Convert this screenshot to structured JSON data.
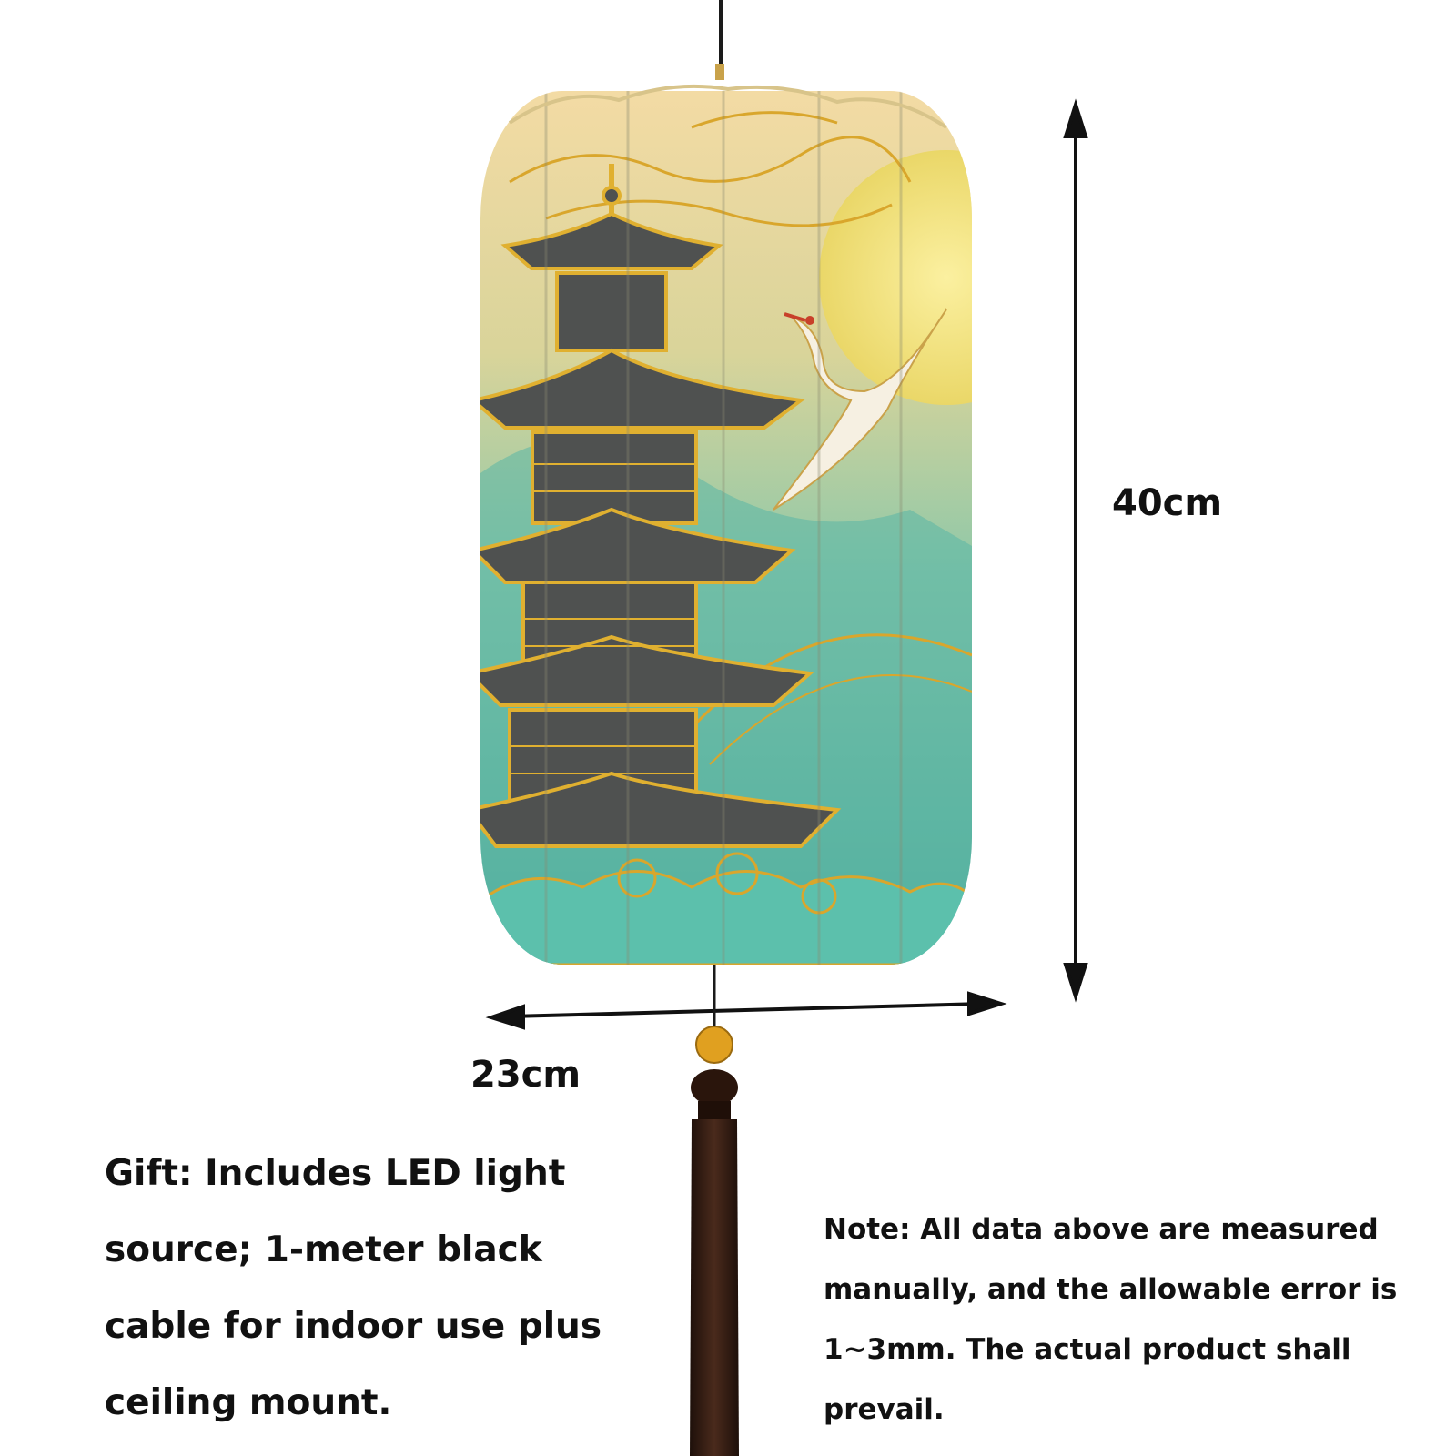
{
  "dimensions": {
    "height_label": "40cm",
    "width_label": "23cm"
  },
  "gift_note": "Gift: Includes LED light source; 1-meter black cable for indoor use plus ceiling mount.",
  "disclaimer": "Note: All data above are measured manually, and the allowable error is 1~3mm. The actual product shall prevail.",
  "colors": {
    "lantern_top": "#f2d9a0",
    "lantern_mid": "#bcd4a8",
    "lantern_bottom": "#4fb3a0",
    "gold": "#d9a62c",
    "moon": "#f4e27a",
    "tassel": "#3a1f14",
    "bead": "#e0a020"
  },
  "motifs": [
    "pagoda",
    "crane",
    "moon",
    "clouds",
    "waves",
    "tassel"
  ]
}
